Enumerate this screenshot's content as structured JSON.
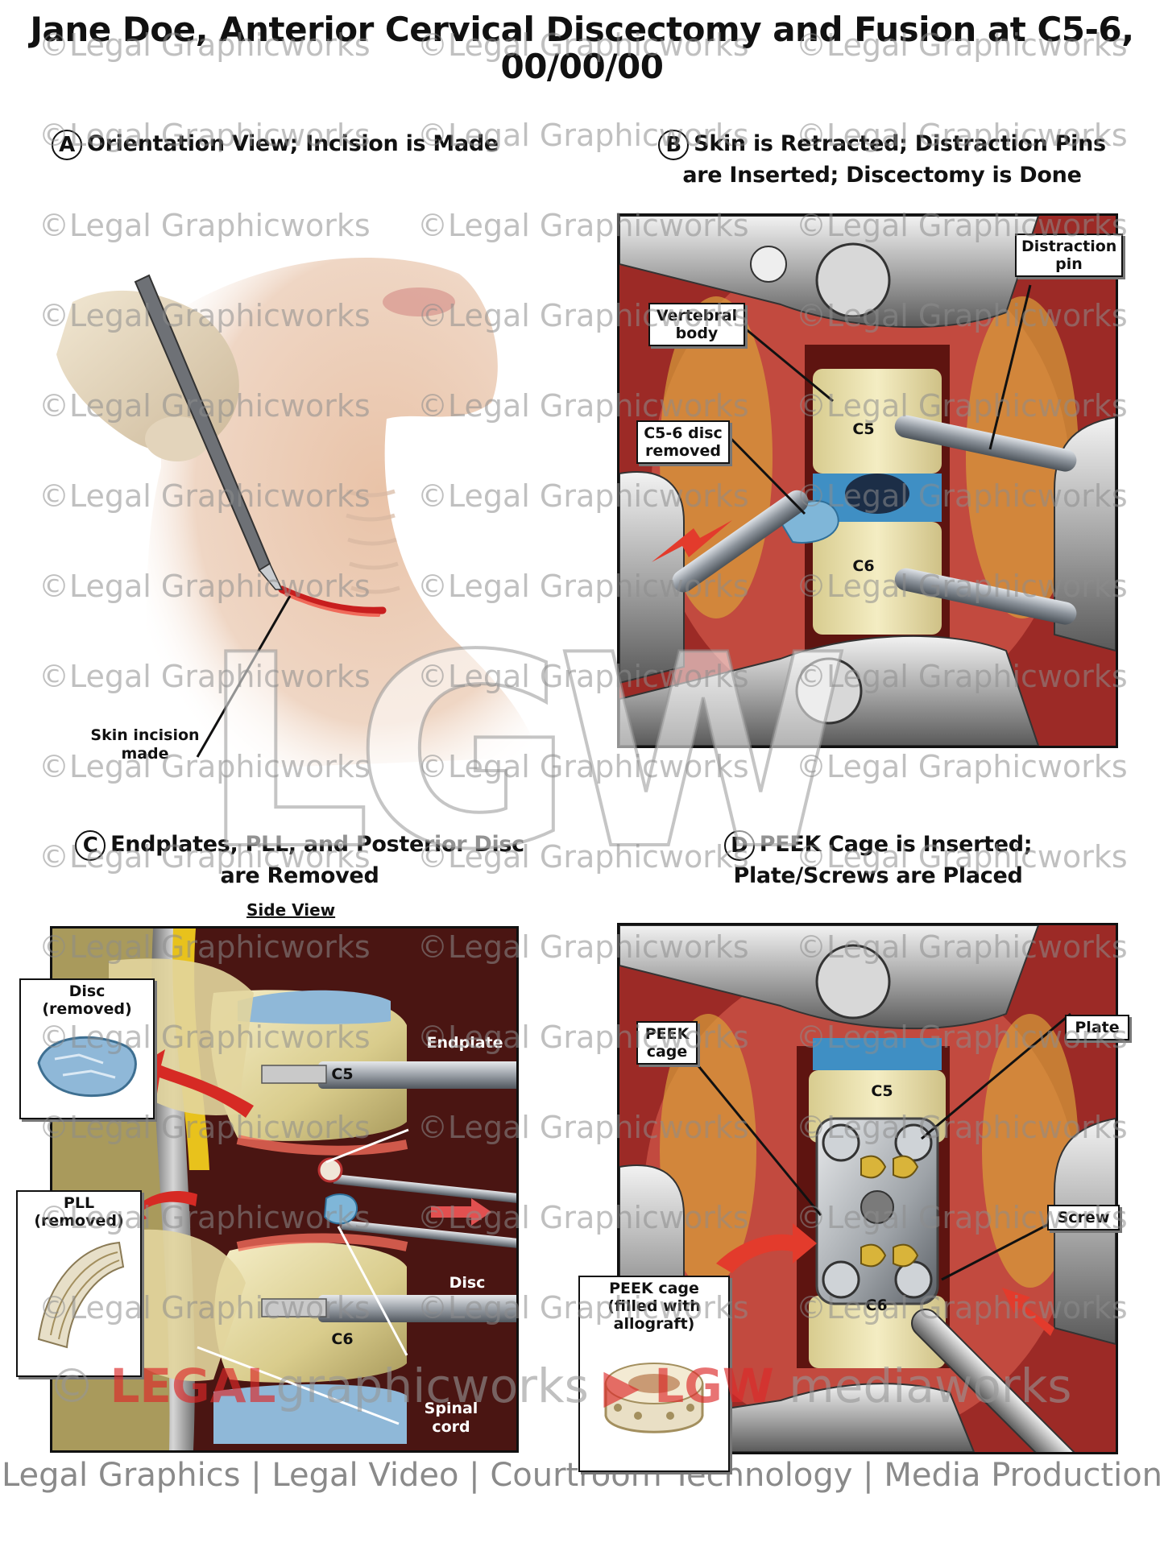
{
  "title_line1": "Jane Doe, Anterior Cervical Discectomy and Fusion at C5-6,",
  "title_line2": "00/00/00",
  "panels": {
    "a": {
      "letter": "A",
      "title": "Orientation View; Incision is Made",
      "labels": {
        "incision": "Skin incision made"
      }
    },
    "b": {
      "letter": "B",
      "title_line1": "Skin is Retracted; Distraction Pins",
      "title_line2": "are Inserted; Discectomy is Done",
      "labels": {
        "vertebral_body": "Vertebral body",
        "distraction_pin": "Distraction pin",
        "disc_removed": "C5-6 disc removed",
        "c5": "C5",
        "c6": "C6"
      }
    },
    "c": {
      "letter": "C",
      "title_line1": "Endplates, PLL, and Posterior Disc",
      "title_line2": "are Removed",
      "subheading": "Side View",
      "labels": {
        "disc_removed": "Disc (removed)",
        "pll_removed": "PLL (removed)",
        "endplate": "Endplate",
        "disc": "Disc",
        "spinal_cord": "Spinal cord",
        "c5": "C5",
        "c6": "C6"
      }
    },
    "d": {
      "letter": "D",
      "title_line1": "PEEK Cage is Inserted;",
      "title_line2": "Plate/Screws are Placed",
      "labels": {
        "peek_cage": "PEEK cage",
        "plate": "Plate",
        "screw": "Screw",
        "peek_filled": "PEEK cage (filled with allograft)",
        "c5": "C5",
        "c6": "C6"
      }
    }
  },
  "watermark": "©Legal Graphicworks",
  "big_watermark": "LGW",
  "brand": {
    "legal": "LEGAL",
    "graphicworks": "graphicworks",
    "lgw": "LGW",
    "mediaworks": "mediaworks"
  },
  "tagline": "Legal Graphics | Legal Video | Courtroom Technology | Media Production"
}
